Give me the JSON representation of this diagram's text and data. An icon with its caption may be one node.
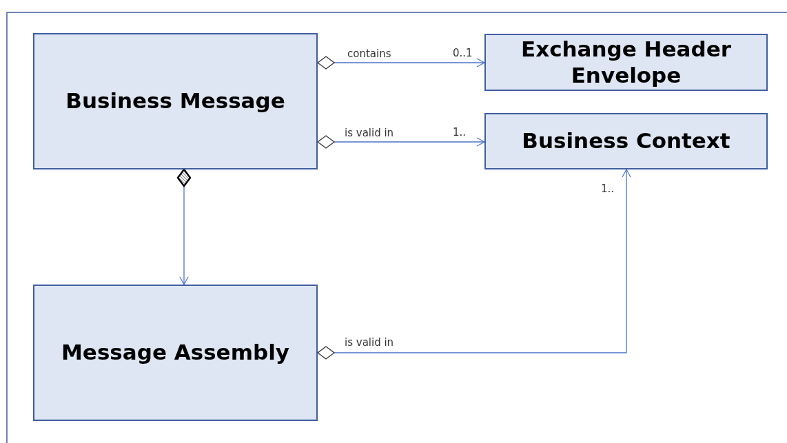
{
  "diagram": {
    "nodes": [
      {
        "text": [
          "Business Message"
        ]
      },
      {
        "text": [
          "Exchange Header Envelope"
        ]
      },
      {
        "text": [
          "Business Context"
        ]
      },
      {
        "text": [
          "Message Assembly"
        ]
      }
    ],
    "edges": [
      {
        "from": 0,
        "to": 1,
        "arrow": "to",
        "label": "contains"
      },
      {
        "from": 0,
        "to": 2,
        "arrow": "to",
        "label": "is valid in"
      },
      {
        "from": 0,
        "to": 3,
        "arrow": "to"
      },
      {
        "from": 3,
        "to": 2,
        "arrow": "to",
        "label": "is valid in"
      }
    ],
    "labels": [
      "0..1",
      "1..",
      "1.."
    ]
  }
}
